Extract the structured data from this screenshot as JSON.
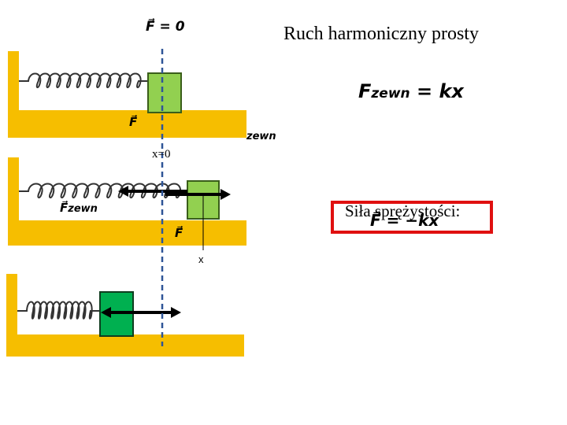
{
  "title": "Ruch harmoniczny prosty",
  "formula_zero": "F⃗ = 0",
  "formula_fzewn": {
    "main": "F",
    "sub": "zewn",
    "rest": " = kx"
  },
  "panel1": {
    "force_label": "F⃗",
    "zewn_label": "zewn",
    "x_label": "x=0"
  },
  "panel2": {
    "fzewn_main": "F⃗",
    "fzewn_sub": "zewn",
    "force_label": "F⃗",
    "x_label": "x"
  },
  "spring_force": {
    "heading": "Siła sprężystości:",
    "formula": "F⃗ = −kx"
  },
  "colors": {
    "floor": "#f6be00",
    "block_light": "#92d050",
    "block_dark": "#00b050",
    "dashed_line": "#2f5597",
    "highlight_box": "#e01010"
  }
}
